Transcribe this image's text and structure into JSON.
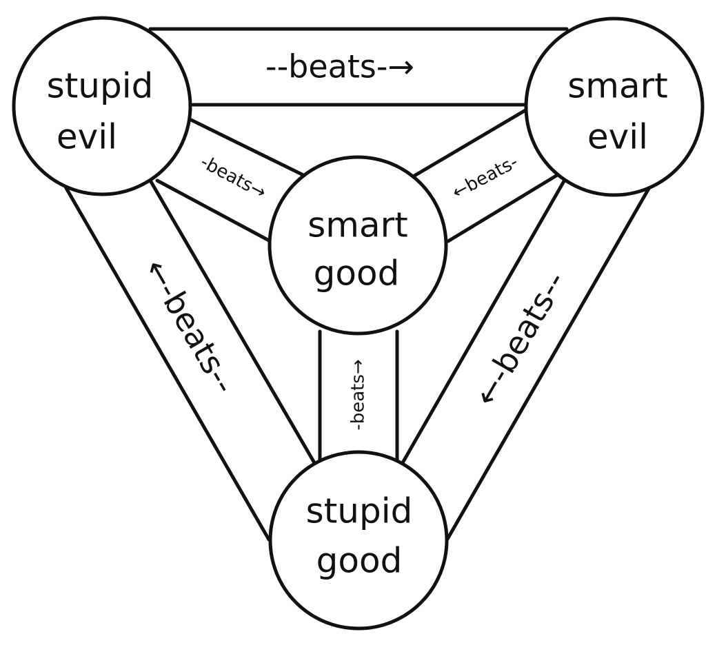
{
  "nodes": {
    "stupid_evil": {
      "line1": "stupid",
      "line2": "evil"
    },
    "smart_evil": {
      "line1": "smart",
      "line2": "evil"
    },
    "smart_good": {
      "line1": "smart",
      "line2": "good"
    },
    "stupid_good": {
      "line1": "stupid",
      "line2": "good"
    }
  },
  "edges": {
    "stupid_evil_to_smart_evil": "--beats-→",
    "stupid_evil_to_smart_good": "-beats→",
    "smart_evil_to_smart_good": "←beats-",
    "stupid_evil_to_stupid_good": "←-beats--",
    "smart_evil_to_stupid_good": "←-beats--",
    "stupid_good_to_smart_good": "-beats→"
  },
  "colors": {
    "stroke": "#111111",
    "background": "#ffffff"
  }
}
